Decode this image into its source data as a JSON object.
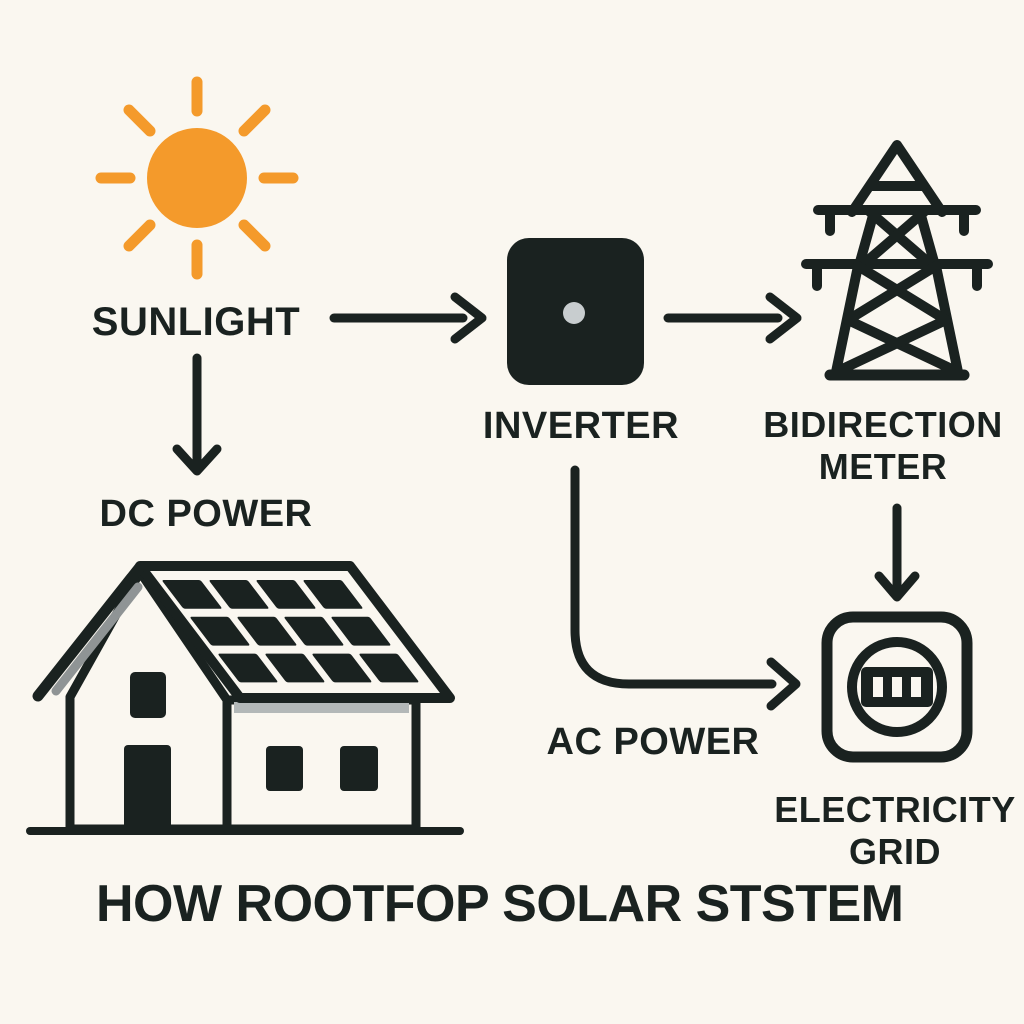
{
  "title": "HOW ROOTFOP SOLAR STSTEM",
  "labels": {
    "sunlight": "SUNLIGHT",
    "inverter": "INVERTER",
    "meter_line1": "BIDIRECTION",
    "meter_line2": "METER",
    "dc_power": "DC POWER",
    "ac_power": "AC POWER",
    "grid_line1": "ELECTRICITY",
    "grid_line2": "GRID"
  },
  "icons": {
    "sunlight": "sun-icon",
    "inverter": "inverter-box-icon",
    "bidirection_meter": "transmission-tower-icon",
    "dc_power": "house-with-solar-panels-icon",
    "electricity_grid": "electricity-meter-socket-icon"
  },
  "flows": [
    {
      "from": "SUNLIGHT",
      "to": "INVERTER"
    },
    {
      "from": "INVERTER",
      "to": "BIDIRECTION METER"
    },
    {
      "from": "SUNLIGHT",
      "to": "DC POWER"
    },
    {
      "from": "BIDIRECTION METER",
      "to": "ELECTRICITY GRID"
    },
    {
      "from": "INVERTER",
      "to": "ELECTRICITY GRID",
      "label": "AC POWER"
    }
  ],
  "colors": {
    "background": "#FAF7F0",
    "ink": "#1A2220",
    "sun-orange": "#F49A2B",
    "dot-gray": "#C8CDCF",
    "roof-gray": "#8F9495",
    "wall-gray": "#B3B8B8"
  }
}
